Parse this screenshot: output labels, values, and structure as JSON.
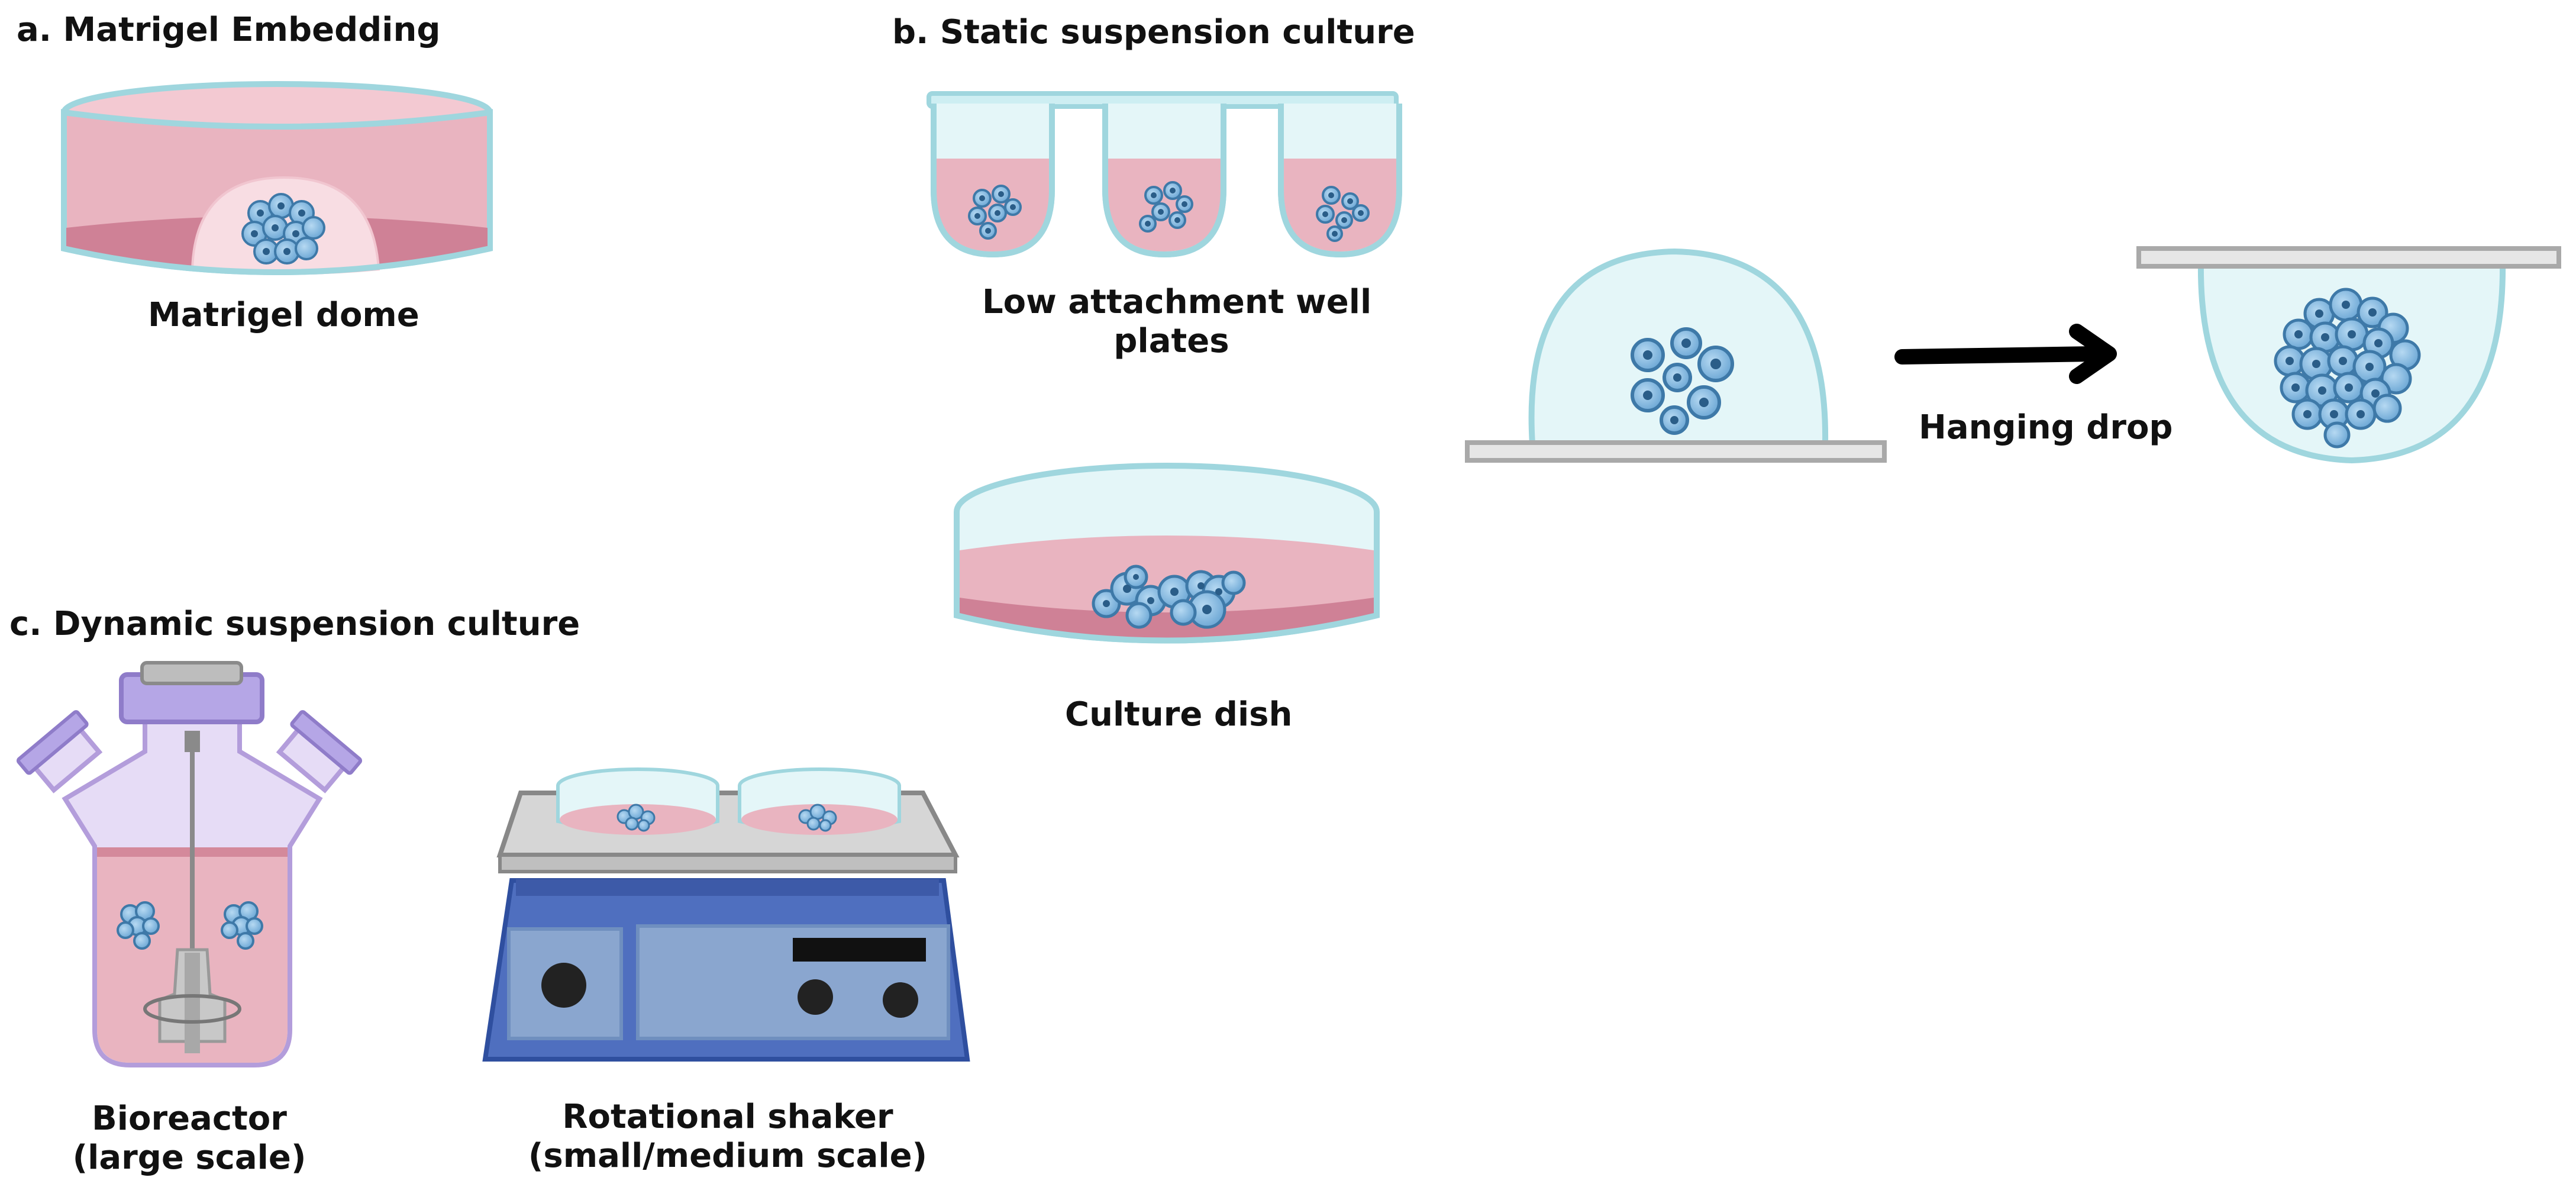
{
  "panels": {
    "a": {
      "heading": "a. Matrigel Embedding",
      "caption": "Matrigel dome"
    },
    "b": {
      "heading": "b. Static suspension culture",
      "well_plates_caption_line1": "Low attachment well",
      "well_plates_caption_line2": "plates",
      "culture_dish_caption": "Culture dish",
      "hanging_drop_caption": "Hanging drop"
    },
    "c": {
      "heading": "c. Dynamic suspension culture",
      "bioreactor_caption_line1": "Bioreactor",
      "bioreactor_caption_line2": "(large scale)",
      "shaker_caption_line1": "Rotational shaker",
      "shaker_caption_line2": "(small/medium scale)"
    }
  },
  "colors": {
    "medium_pink": "#e9b4c0",
    "medium_dark_pink": "#d4899b",
    "dish_rim": "#9fd6de",
    "dish_glass": "#e4f6f8",
    "cell_fill": "#7fb6dc",
    "cell_stroke": "#3e79a8",
    "cell_nucleus": "#2a5d88",
    "bioreactor_lid": "#b5a6e6",
    "bioreactor_body": "#e6dcf6",
    "shaker_blue": "#4f6fbf",
    "shaker_panel": "#8aa6cf",
    "arrow": "#000000",
    "slide_gray": "#cfcfcf"
  }
}
